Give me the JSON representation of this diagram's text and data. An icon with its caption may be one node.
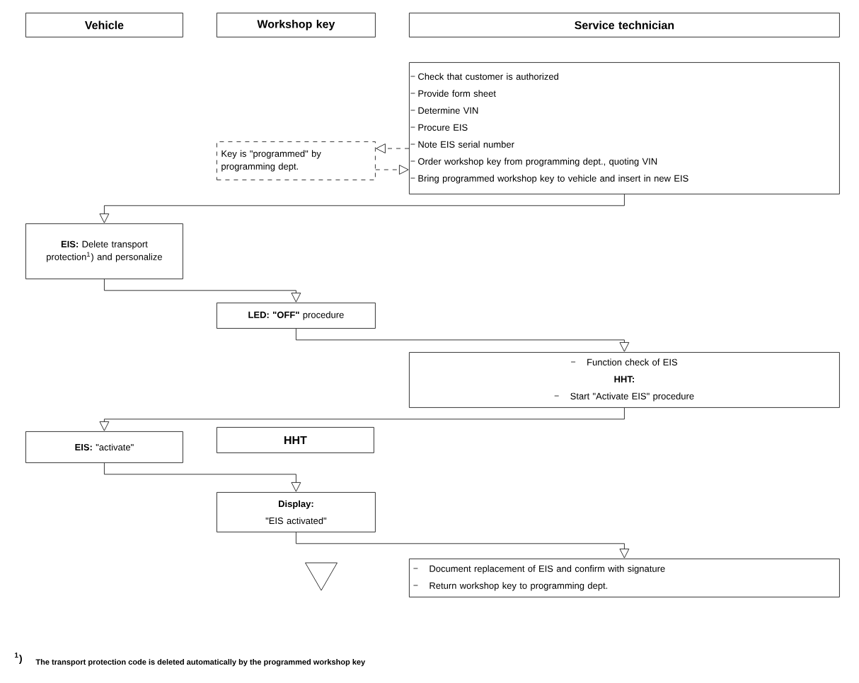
{
  "diagram": {
    "nodes": [
      {
        "text": [
          "Vehicle"
        ]
      },
      {
        "text": [
          "Workshop key"
        ]
      },
      {
        "text": [
          "Service technician"
        ]
      },
      {
        "text": [
          "Check that customer is authorized",
          "Provide form sheet",
          "Determine VIN",
          "Procure EIS",
          "Note EIS serial number",
          "Order workshop key from programming dept., quoting VIN",
          "Bring programmed workshop key to vehicle and insert in new EIS"
        ]
      },
      {
        "text": [
          "Key is \"programmed\" by programming dept."
        ]
      },
      {
        "text": [
          "**EIS:** Delete transport protection$^{1}$) and personalize"
        ]
      },
      {
        "text": [
          "**LED: \"OFF\"** procedure"
        ]
      },
      {
        "text": [
          "Function check of EIS",
          "HHT:",
          "Start \"Activate EIS\" procedure"
        ]
      },
      {
        "text": [
          "**EIS:** \"activate\""
        ]
      },
      {
        "text": [
          "HHT"
        ]
      },
      {
        "text": [
          "Display:",
          "\"EIS activated\""
        ]
      },
      {
        "text": [],
        "shape": "triangle"
      },
      {
        "text": [
          "Document replacement of EIS and confirm with signature",
          "Return workshop key to programming dept."
        ]
      }
    ],
    "edges": [
      {
        "from": 3,
        "to": 4,
        "arrow": "to",
        "style": "dashed"
      },
      {
        "from": 4,
        "to": 3,
        "arrow": "to",
        "style": "dashed"
      },
      {
        "from": 3,
        "to": 5,
        "arrow": "to"
      },
      {
        "from": 5,
        "to": 6,
        "arrow": "to"
      },
      {
        "from": 6,
        "to": 7,
        "arrow": "to"
      },
      {
        "from": 7,
        "to": 8,
        "arrow": "to"
      },
      {
        "from": 8,
        "to": 10,
        "arrow": "to"
      },
      {
        "from": 10,
        "to": 12,
        "arrow": "to"
      }
    ],
    "labels": [
      "$^{1}$)",
      "The transport protection code is deleted automatically by the programmed workshop key"
    ]
  }
}
